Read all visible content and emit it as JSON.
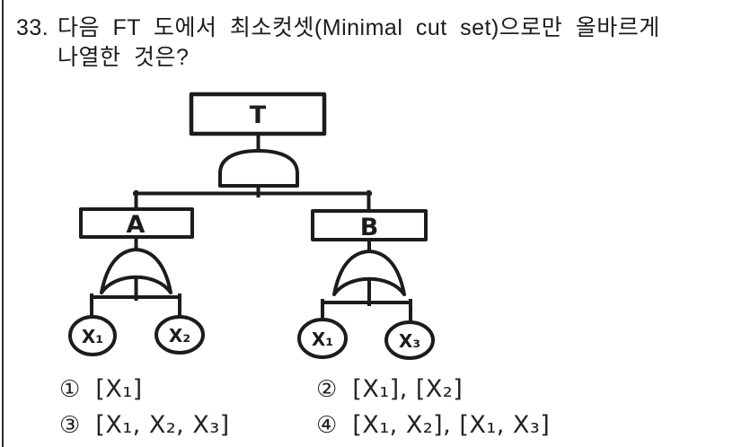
{
  "page": {
    "background": "#ffffff",
    "ink": "#1c1c1c"
  },
  "question": {
    "number": "33.",
    "line1": "다음 FT 도에서 최소컷셋(Minimal cut set)으로만 올바르게",
    "line2": "나열한 것은?"
  },
  "diagram": {
    "type": "fault-tree",
    "top_event": "T",
    "top_gate": "AND",
    "branches": [
      {
        "event": "A",
        "gate": "OR",
        "children": [
          "X₁",
          "X₂"
        ]
      },
      {
        "event": "B",
        "gate": "OR",
        "children": [
          "X₁",
          "X₃"
        ]
      }
    ]
  },
  "options": [
    {
      "marker": "①",
      "text": "[X₁]"
    },
    {
      "marker": "②",
      "text": "[X₁], [X₂]"
    },
    {
      "marker": "③",
      "text": "[X₁, X₂, X₃]"
    },
    {
      "marker": "④",
      "text": "[X₁, X₂], [X₁, X₃]"
    }
  ]
}
